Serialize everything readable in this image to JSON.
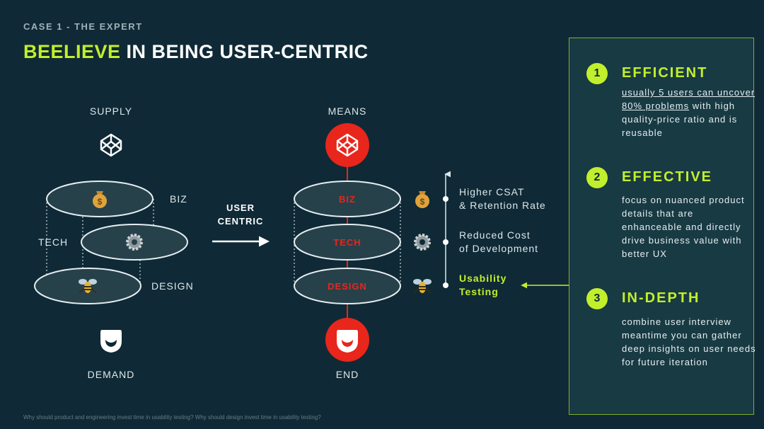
{
  "header": {
    "case": "CASE 1 - THE EXPERT",
    "title_highlight": "BEELIEVE",
    "title_rest": " IN BEING USER-CENTRIC"
  },
  "left_diagram": {
    "supply": "SUPPLY",
    "demand": "DEMAND",
    "biz": "BIZ",
    "tech": "TECH",
    "design": "DESIGN"
  },
  "arrow": {
    "line1": "USER",
    "line2": "CENTRIC"
  },
  "right_diagram": {
    "means": "MEANS",
    "end": "END",
    "biz": "BIZ",
    "tech": "TECH",
    "design": "DESIGN"
  },
  "outcomes": [
    {
      "line1": "Higher CSAT",
      "line2": "& Retention Rate"
    },
    {
      "line1": "Reduced Cost",
      "line2": "of Development"
    },
    {
      "line1": "Usability",
      "line2": "Testing"
    }
  ],
  "panel": {
    "items": [
      {
        "number": "1",
        "heading": "EFFICIENT",
        "body_underlined": "usually 5 users can uncover 80% problems",
        "body": " with high quality-price ratio and is reusable"
      },
      {
        "number": "2",
        "heading": "EFFECTIVE",
        "body_underlined": "",
        "body": "focus on nuanced product details that are enhanceable and directly drive business value with better UX"
      },
      {
        "number": "3",
        "heading": "IN-DEPTH",
        "body_underlined": "",
        "body": "combine user interview meantime you can gather deep insights on user needs for future iteration"
      }
    ]
  },
  "footer": "Why should product and engineering invest time in usability testing? Why should design invest time in usability testing?",
  "colors": {
    "background": "#0f2a36",
    "accent_green": "#c2ef2c",
    "accent_red": "#e8261c",
    "disc_fill": "#27414b"
  },
  "icons": [
    "codepen-icon",
    "money-bag-icon",
    "gear-icon",
    "bee-icon",
    "user-face-icon",
    "arrow-right-icon",
    "arrow-left-icon"
  ]
}
